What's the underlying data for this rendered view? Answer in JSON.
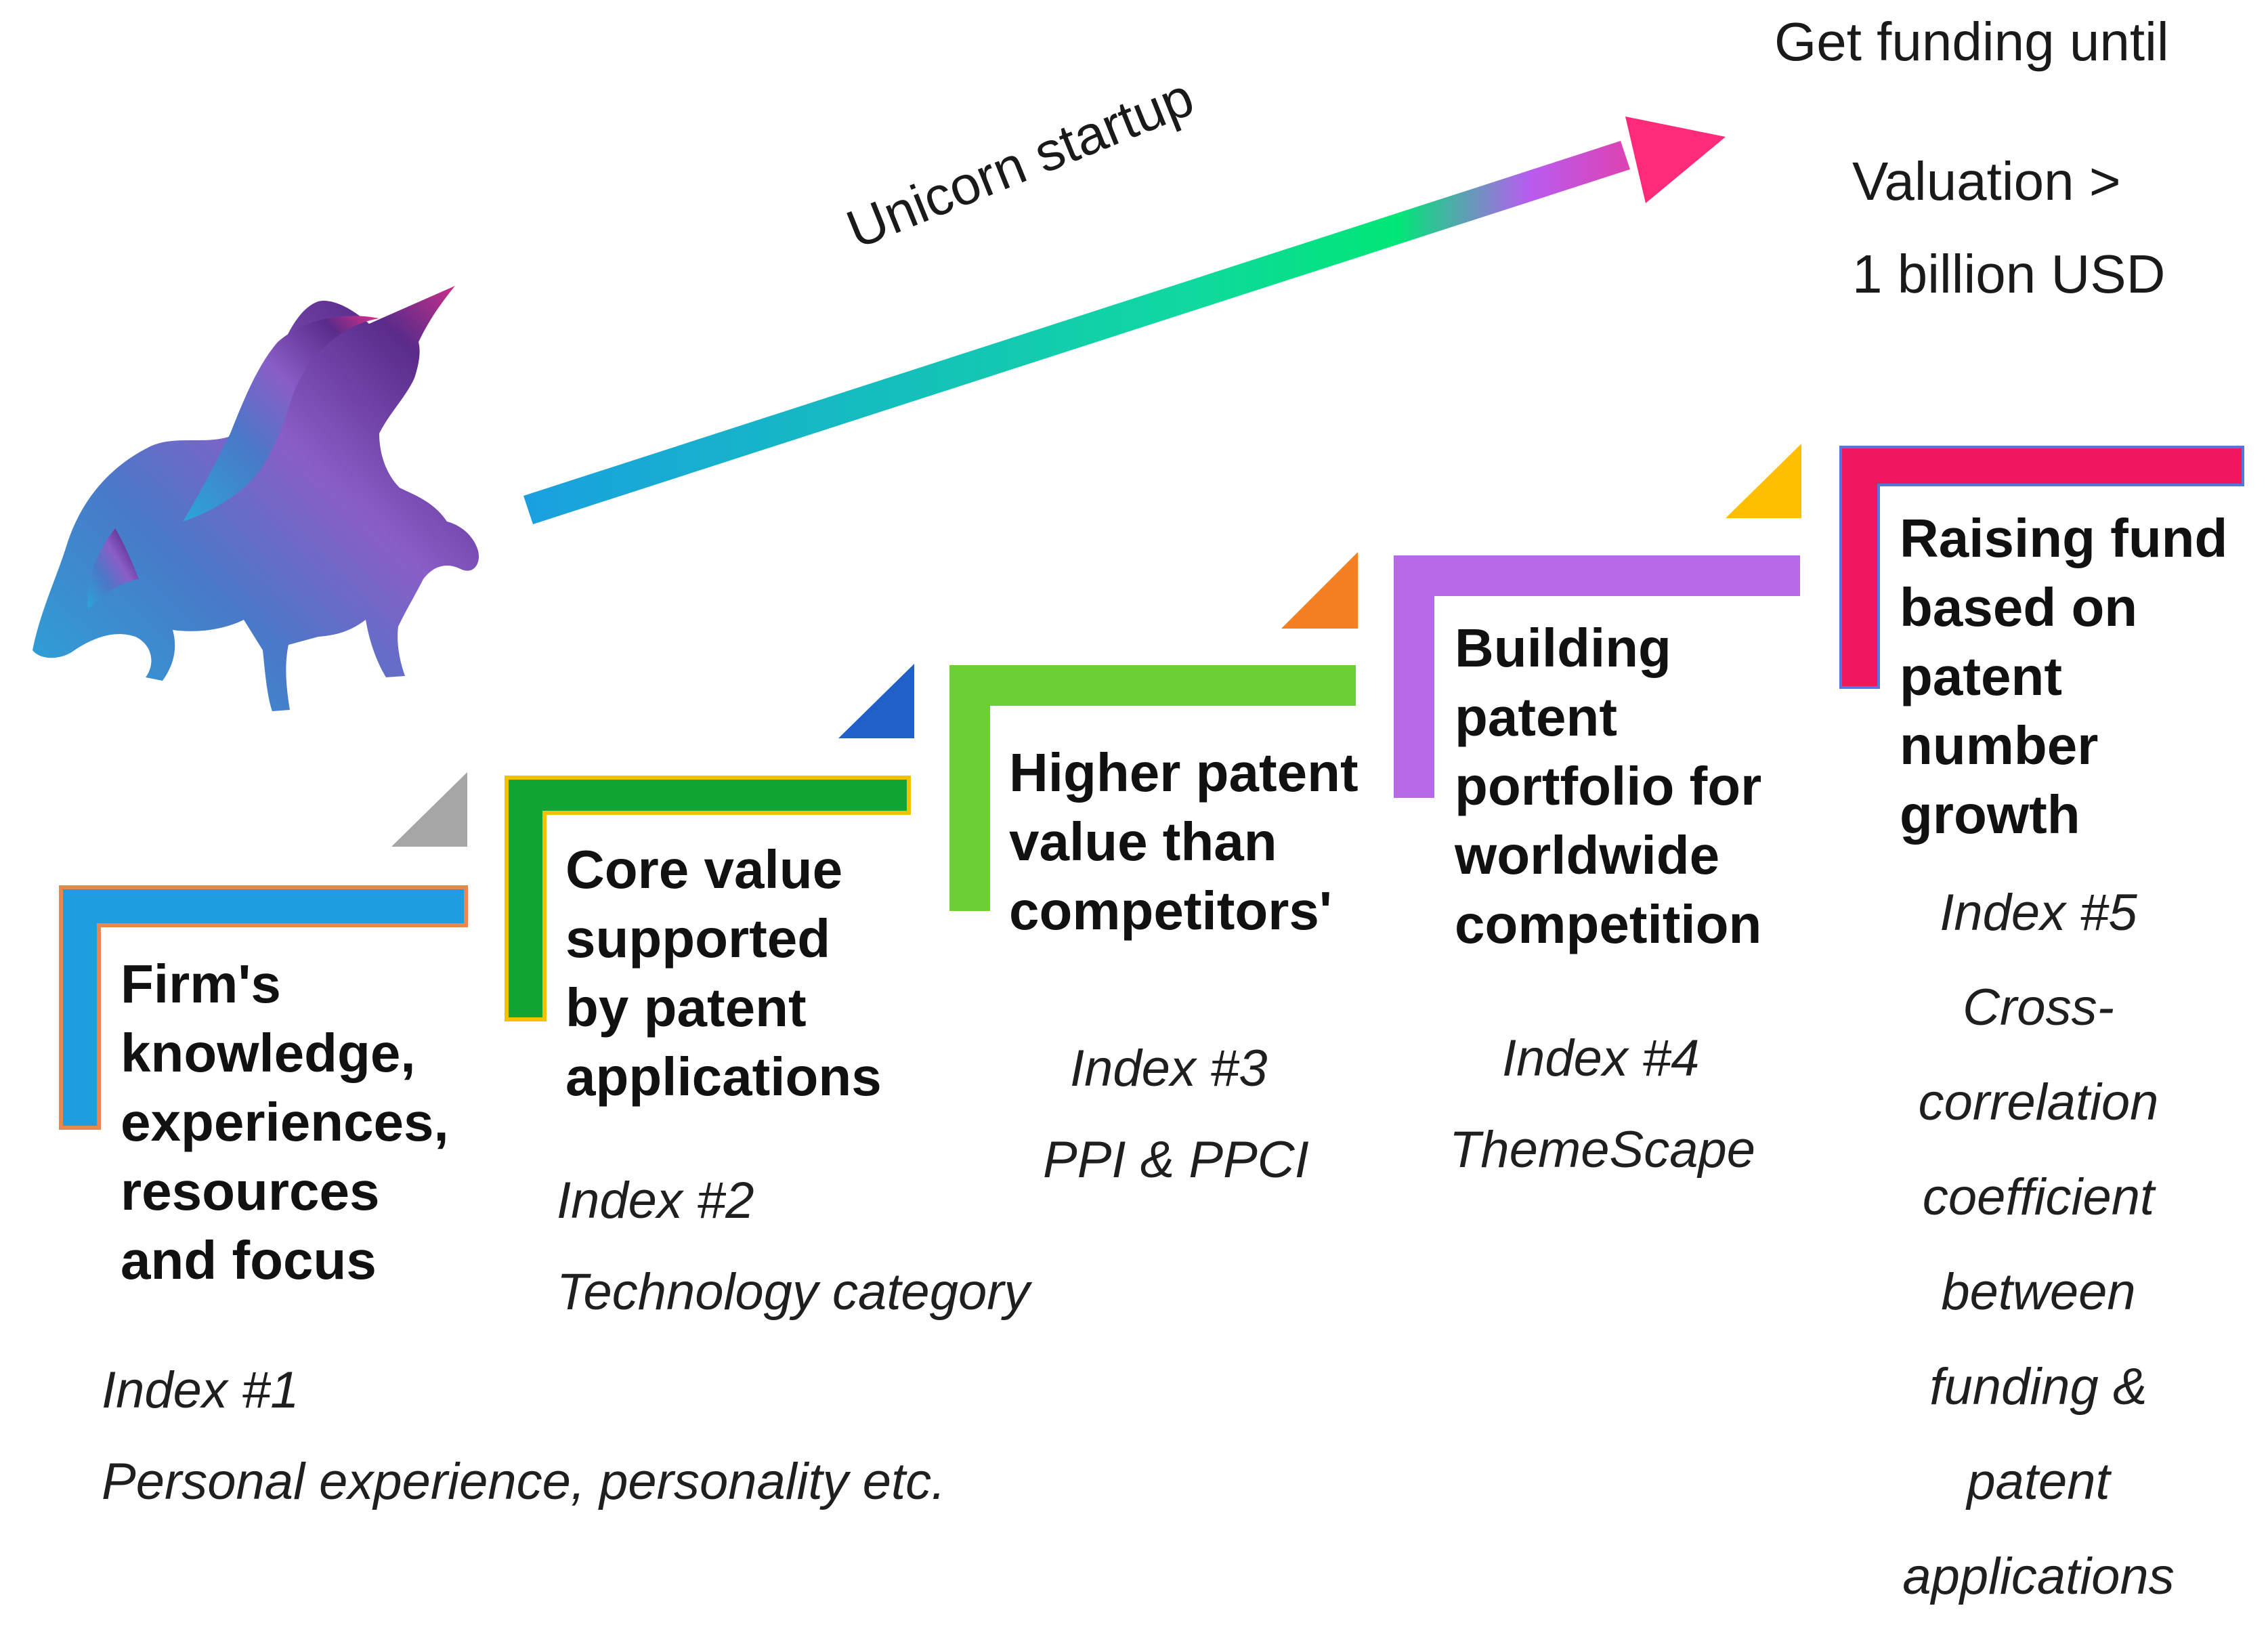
{
  "goal": {
    "line1": "Get funding until",
    "line2": "Valuation >",
    "line3": "1 billion USD"
  },
  "arrow": {
    "label": "Unicorn startup",
    "gradient": [
      "#1aa0e0",
      "#10d8a0",
      "#00e676",
      "#b85cf0",
      "#ff2a7a"
    ]
  },
  "illustration": {
    "icon": "unicorn-silhouette-icon"
  },
  "steps": [
    {
      "title_lines": [
        "Firm's",
        "knowledge,",
        "experiences,",
        "resources",
        "and focus"
      ],
      "index_lines": [
        "Index #1",
        "Personal experience, personality etc."
      ],
      "bracket_color": "#1e9de0",
      "outline_color": "#e9884a",
      "triangle_color": "#a6a6a6"
    },
    {
      "title_lines": [
        "Core value",
        "supported",
        "by patent",
        "applications"
      ],
      "index_lines": [
        "Index #2",
        "Technology category"
      ],
      "bracket_color": "#12a535",
      "outline_color": "#f2c200",
      "triangle_color": "#2060c8"
    },
    {
      "title_lines": [
        "Higher patent",
        "value than",
        "competitors'"
      ],
      "index_lines": [
        "Index #3",
        "PPI & PPCI"
      ],
      "bracket_color": "#6ccf36",
      "outline_color": "#6ccf36",
      "triangle_color": "#f57f23"
    },
    {
      "title_lines": [
        "Building",
        "patent",
        "portfolio for",
        "worldwide",
        "competition"
      ],
      "index_lines": [
        "Index #4",
        "ThemeScape"
      ],
      "bracket_color": "#b86ae6",
      "outline_color": "#b86ae6",
      "triangle_color": "#ffbf00"
    },
    {
      "title_lines": [
        "Raising fund",
        "based on",
        "patent",
        "number",
        "growth"
      ],
      "index_lines": [
        "Index #5",
        "Cross-",
        "correlation",
        "coefficient",
        "between",
        "funding &",
        "patent",
        "applications"
      ],
      "bracket_color": "#f01660",
      "outline_color": "#5577dd",
      "triangle_color": ""
    }
  ]
}
